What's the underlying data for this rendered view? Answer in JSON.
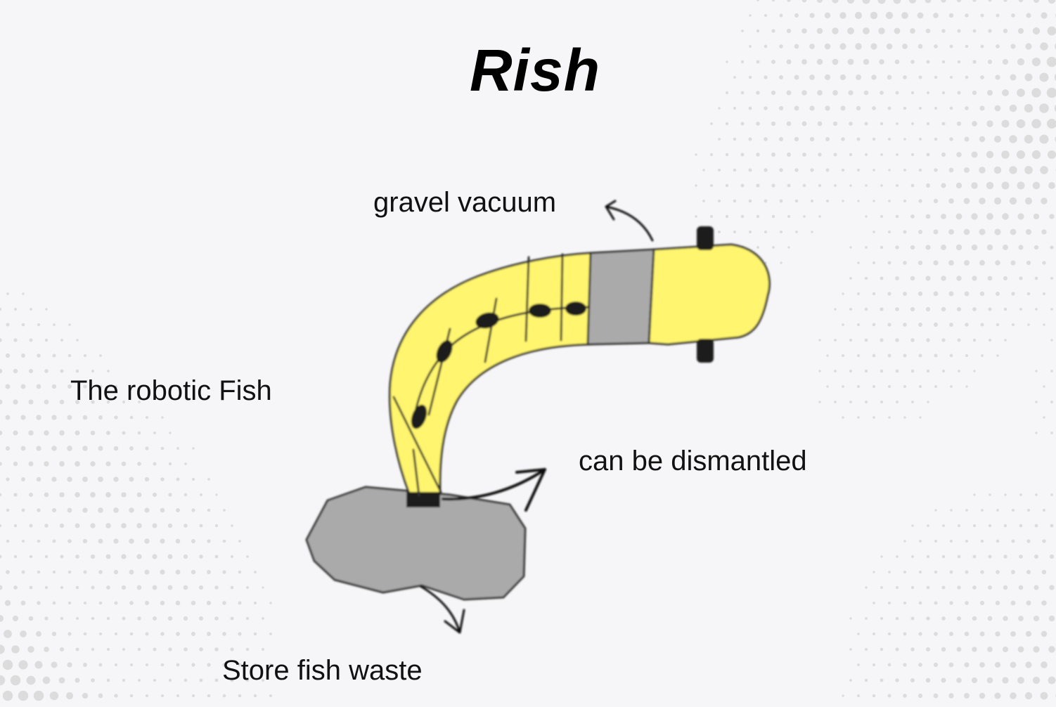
{
  "title": "Rish",
  "labels": {
    "gravel_vacuum": "gravel vacuum",
    "robotic_fish": "The robotic Fish",
    "can_be_dismantled": "can be dismantled",
    "store_fish_waste": "Store fish waste"
  },
  "colors": {
    "body_yellow": "#fff56e",
    "part_gray": "#aaaaaa",
    "outline": "#333333",
    "dots": "#dcdcdc"
  }
}
